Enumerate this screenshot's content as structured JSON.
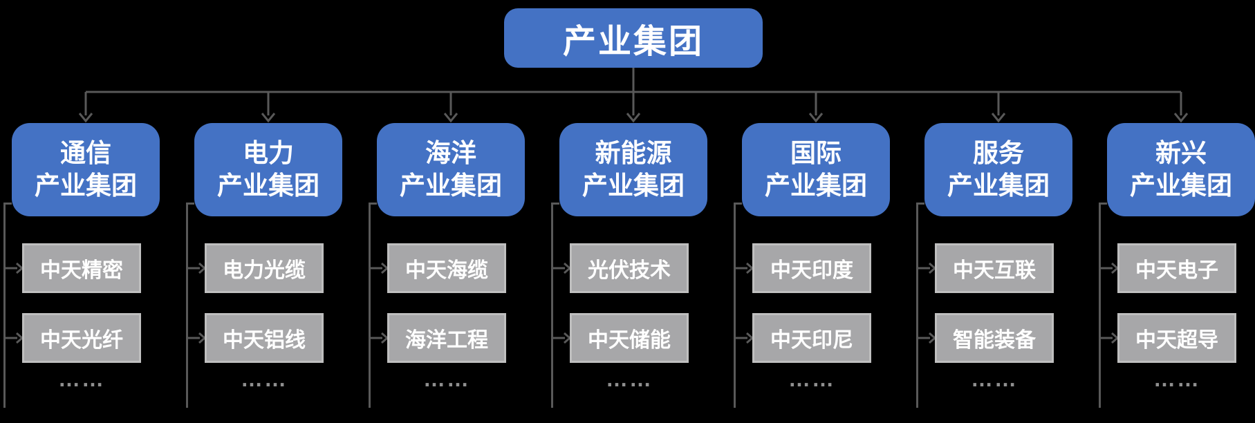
{
  "root": {
    "label": "产业集团"
  },
  "groups": [
    {
      "name": [
        "通信",
        "产业集团"
      ],
      "subs": [
        "中天精密",
        "中天光纤"
      ],
      "ellipsis": "……"
    },
    {
      "name": [
        "电力",
        "产业集团"
      ],
      "subs": [
        "电力光缆",
        "中天铝线"
      ],
      "ellipsis": "……"
    },
    {
      "name": [
        "海洋",
        "产业集团"
      ],
      "subs": [
        "中天海缆",
        "海洋工程"
      ],
      "ellipsis": "……"
    },
    {
      "name": [
        "新能源",
        "产业集团"
      ],
      "subs": [
        "光伏技术",
        "中天储能"
      ],
      "ellipsis": "……"
    },
    {
      "name": [
        "国际",
        "产业集团"
      ],
      "subs": [
        "中天印度",
        "中天印尼"
      ],
      "ellipsis": "……"
    },
    {
      "name": [
        "服务",
        "产业集团"
      ],
      "subs": [
        "中天互联",
        "智能装备"
      ],
      "ellipsis": "……"
    },
    {
      "name": [
        "新兴",
        "产业集团"
      ],
      "subs": [
        "中天电子",
        "中天超导"
      ],
      "ellipsis": "……"
    }
  ],
  "colors": {
    "background": "#000000",
    "node_blue": "#4472c4",
    "node_text": "#ffffff",
    "sub_gray_fill": "#a7a7a9",
    "sub_gray_border": "#bfbfbf",
    "connector_gray": "#595959",
    "ellipsis_gray": "#8f8f8f"
  }
}
